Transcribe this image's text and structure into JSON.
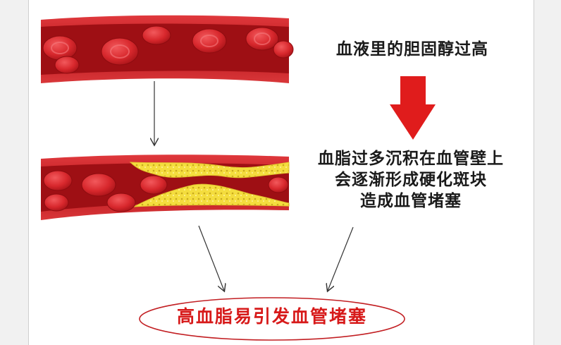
{
  "top_label": "血液里的胆固醇过高",
  "description": {
    "lines": [
      "血脂过多沉积在血管壁上",
      "会逐渐形成硬化斑块",
      "造成血管堵塞"
    ]
  },
  "conclusion": "高血脂易引发血管堵塞",
  "colors": {
    "vessel_wall": "#c41a1f",
    "vessel_inner": "#9e0f14",
    "blood_cell": "#d8282d",
    "plaque": "#f4dd3e",
    "arrow_red": "#e01c1c",
    "conclusion_red": "#d71a1a"
  },
  "icons": [
    "blood-vessel-normal",
    "blood-vessel-plaque",
    "red-down-arrow"
  ]
}
